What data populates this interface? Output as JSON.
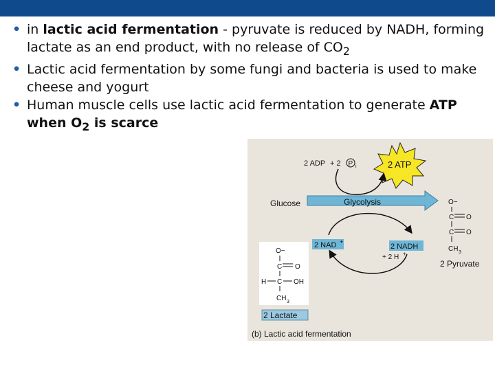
{
  "slide": {
    "bullets": [
      {
        "pre": "in ",
        "bold": "lactic acid fermentation",
        "rest": " - pyruvate is reduced by NADH, forming lactate as an end product, with no release of CO",
        "sub": "2",
        "tail": ""
      },
      {
        "pre": "Lactic acid fermentation by some fungi and bacteria is used to make cheese and yogurt",
        "bold": "",
        "rest": "",
        "sub": "",
        "tail": ""
      },
      {
        "pre": "Human muscle cells use lactic acid fermentation to generate ",
        "bold": "ATP when O",
        "rest": "",
        "sub": "2",
        "tail": " is scarce"
      }
    ]
  },
  "figure": {
    "adp_label": "2 ADP",
    "plus_label": "+ 2",
    "pi_label": "P",
    "pi_sub": "i",
    "atp_label": "2 ATP",
    "glucose_label": "Glucose",
    "glycolysis_label": "Glycolysis",
    "nad_label": "2 NAD",
    "nad_sup": "+",
    "nadh_label": "2 NADH",
    "h_label": "+ 2 H",
    "h_sup": "+",
    "pyruvate_label": "2 Pyruvate",
    "lactate_label": "2 Lactate",
    "caption": "(b) Lactic acid fermentation",
    "chem": {
      "o_minus": "O−",
      "c": "C",
      "o": "O",
      "h": "H",
      "oh": "OH",
      "ch3": "CH",
      "ch3_sub": "3"
    },
    "colors": {
      "arrow": "#6fb6d6",
      "starburst": "#f6e626",
      "lactate_box": "#9cc9df",
      "background": "#e9e5dc"
    }
  }
}
